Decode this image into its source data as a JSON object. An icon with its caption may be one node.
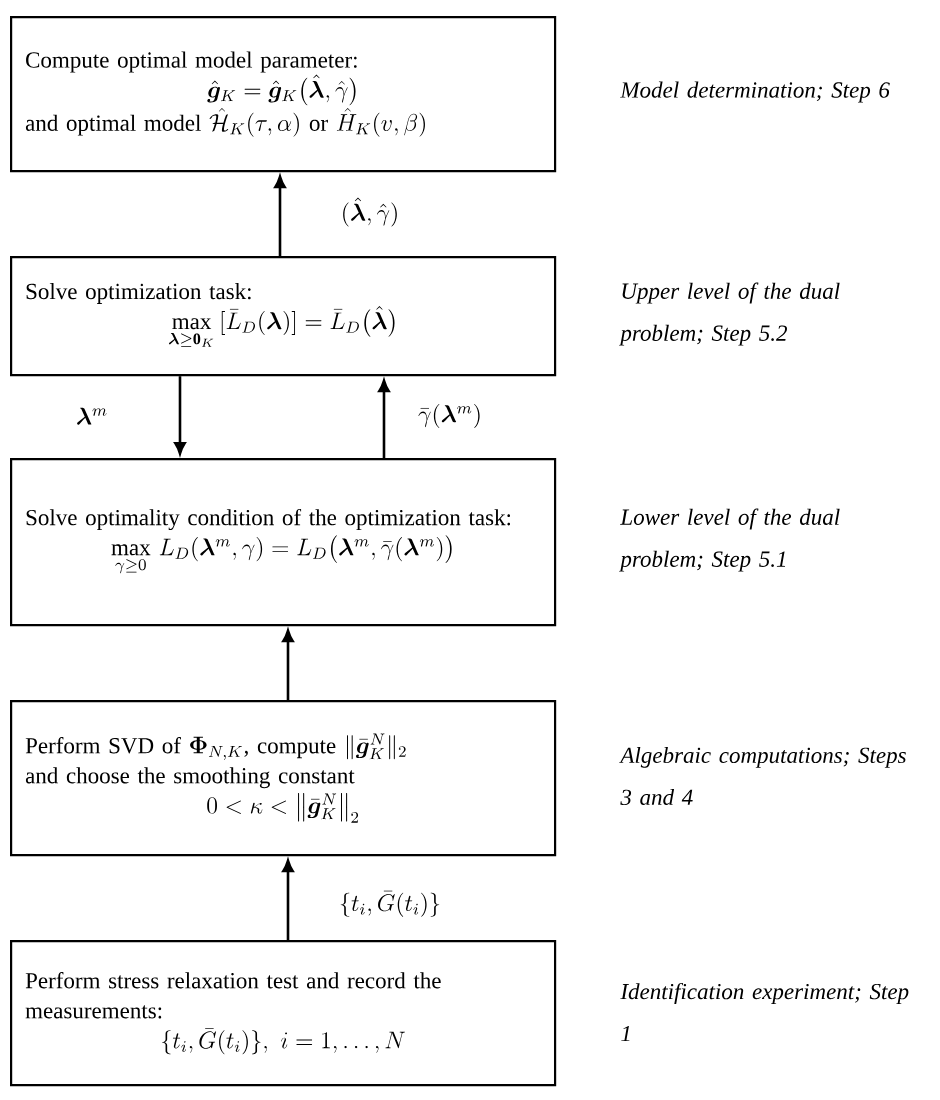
{
  "diagram": {
    "nodes": [
      {
        "text": [
          "Compute optimal model parameter:",
          "\\hat{\\boldsymbol{g}}_K = \\hat{\\boldsymbol{g}}_K\\big(\\hat{\\boldsymbol{\\lambda}},\\hat{\\gamma}\\big)",
          "\\text{and optimal model } \\hat{\\mathcal{H}}_K(\\tau,\\alpha) \\text{ or } \\hat{H}_K(v,\\beta)"
        ],
        "beside": [
          "Model determination; Step 6"
        ]
      },
      {
        "text": [
          "Solve optimization task:",
          "\\max\\limits_{\\boldsymbol{\\lambda}\\geq\\mathbf{0}_K}\\,[\\bar{L}_D(\\boldsymbol{\\lambda})] = \\bar{L}_D\\big(\\hat{\\boldsymbol{\\lambda}}\\big)"
        ],
        "beside": [
          "Upper level of the dual problem; Step 5.2"
        ]
      },
      {
        "text": [
          "Solve optimality condition of the optimization task:",
          "\\max\\limits_{\\gamma\\geq 0}\\, L_D(\\boldsymbol{\\lambda}^m,\\gamma) = L_D\\big(\\boldsymbol{\\lambda}^m,\\bar{\\gamma}(\\boldsymbol{\\lambda}^m)\\big)"
        ],
        "beside": [
          "Lower level of the dual problem; Step 5.1"
        ]
      },
      {
        "text": [
          "\\text{Perform SVD of } \\boldsymbol{\\Phi}_{N,K}\\text{, compute } \\|\\bar{\\boldsymbol{g}}_K^N\\|_2",
          "and choose the smoothing constant",
          "0 < \\kappa < \\big\\|\\bar{\\boldsymbol{g}}_K^N\\big\\|_2"
        ],
        "beside": [
          "Algebraic computations; Steps 3 and 4"
        ]
      },
      {
        "text": [
          "Perform stress relaxation test and record the measurements:",
          "\\{t_i,\\bar{G}(t_i)\\},\\ i = 1,\\dots,N"
        ],
        "beside": [
          "Identification experiment; Step 1"
        ]
      }
    ],
    "edges": [
      {
        "from": 4,
        "to": 3,
        "arrow": "to",
        "label": "\\{t_i,\\bar{G}(t_i)\\}"
      },
      {
        "from": 3,
        "to": 2,
        "arrow": "to"
      },
      {
        "from": 1,
        "to": 2,
        "arrow": "to",
        "label": "\\boldsymbol{\\lambda}^m"
      },
      {
        "from": 2,
        "to": 1,
        "arrow": "to",
        "label": "\\bar{\\gamma}(\\boldsymbol{\\lambda}^m)"
      },
      {
        "from": 1,
        "to": 0,
        "arrow": "to",
        "label": "(\\hat{\\boldsymbol{\\lambda}},\\hat{\\gamma})"
      }
    ]
  }
}
